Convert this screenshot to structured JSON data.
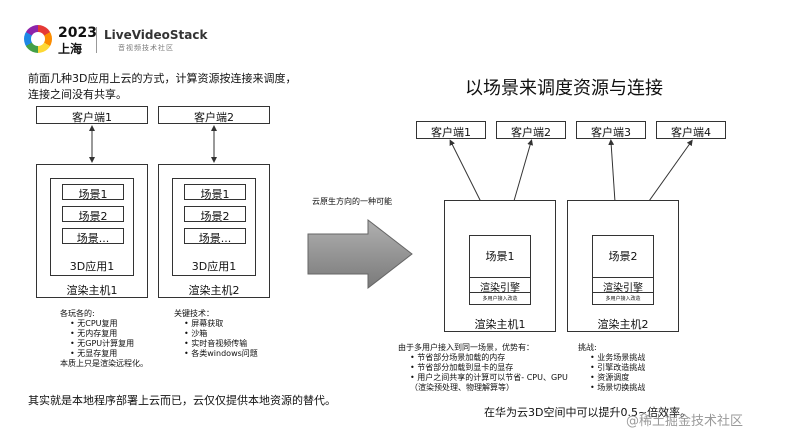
{
  "header": {
    "year": "2023",
    "city": "上海",
    "brand": "LiveVideoStack",
    "brand_sub": "音视频技术社区"
  },
  "left": {
    "intro_line1": "前面几种3D应用上云的方式，计算资源按连接来调度，",
    "intro_line2": "连接之间没有共享。",
    "client1": "客户端1",
    "client2": "客户端2",
    "scene1": "场景1",
    "scene2": "场景2",
    "scene_more": "场景...",
    "app1": "3D应用1",
    "app2": "3D应用1",
    "host1": "渲染主机1",
    "host2": "渲染主机2",
    "problems_title": "各玩各的:",
    "problems": [
      "无CPU复用",
      "无内存复用",
      "无GPU计算复用",
      "无显存复用"
    ],
    "problems_note": "本质上只是渲染远程化。",
    "tech_title": "关键技术：",
    "tech": [
      "屏幕获取",
      "沙箱",
      "实时音视频传输",
      "各类windows问题"
    ],
    "conclusion": "其实就是本地程序部署上云而已，云仅仅提供本地资源的替代。"
  },
  "arrow_label": "云原生方向的一种可能",
  "right": {
    "title": "以场景来调度资源与连接",
    "clients": [
      "客户端1",
      "客户端2",
      "客户端3",
      "客户端4"
    ],
    "scene1": "场景1",
    "scene2": "场景2",
    "engine1": "渲染引擎",
    "engine2": "渲染引擎",
    "access1": "多用户接入改造",
    "access2": "多用户接入改造",
    "host1": "渲染主机1",
    "host2": "渲染主机2",
    "adv_title": "由于多用户接入到同一场景，优势有：",
    "advantages": [
      "节省部分场景加载的内存",
      "节省部分加载到显卡的显存",
      "用户之间共享的计算可以节省- CPU、GPU（渲染预处理、物理解算等）"
    ],
    "chal_title": "挑战:",
    "challenges": [
      "业务场景挑战",
      "引擎改造挑战",
      "资源调度",
      "场景切换挑战"
    ],
    "bottom": "在华为云3D空间中可以提升0.5~倍效率。"
  },
  "watermark": "@稀土掘金技术社区"
}
